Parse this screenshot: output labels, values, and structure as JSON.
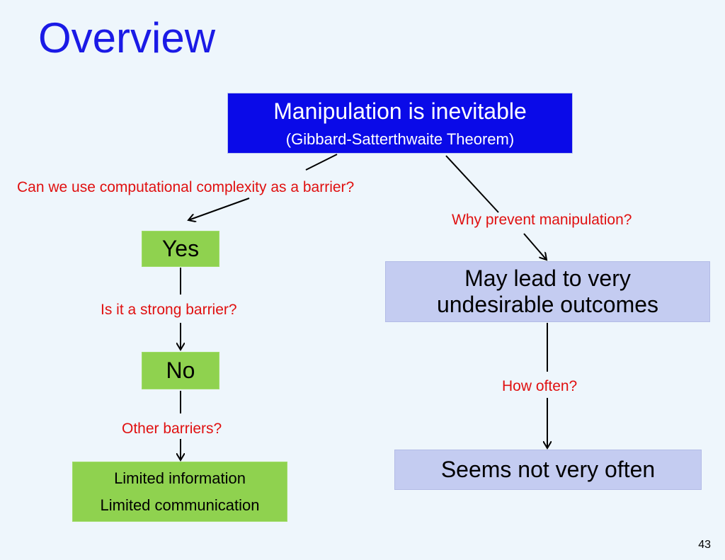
{
  "slide": {
    "title": "Overview",
    "page_number": "43"
  },
  "nodes": {
    "root": {
      "line1": "Manipulation is inevitable",
      "line2": "(Gibbard-Satterthwaite Theorem)"
    },
    "yes": {
      "label": "Yes"
    },
    "no": {
      "label": "No"
    },
    "limited": {
      "line1": "Limited information",
      "line2": "Limited communication"
    },
    "undesirable": {
      "line1": "May lead to very",
      "line2": "undesirable outcomes"
    },
    "seems": {
      "label": "Seems not very often"
    }
  },
  "questions": {
    "complexity": "Can we use computational complexity as a barrier?",
    "why_prevent": "Why prevent manipulation?",
    "strong_barrier": "Is it a strong barrier?",
    "other_barriers": "Other barriers?",
    "how_often": "How often?"
  },
  "colors": {
    "title": "#1a1ae6",
    "root_box": "#0a0ae8",
    "lavender_box": "#c4ccf1",
    "green_box": "#8fd24f",
    "question_text": "#e01010",
    "background": "#eef6fc"
  }
}
